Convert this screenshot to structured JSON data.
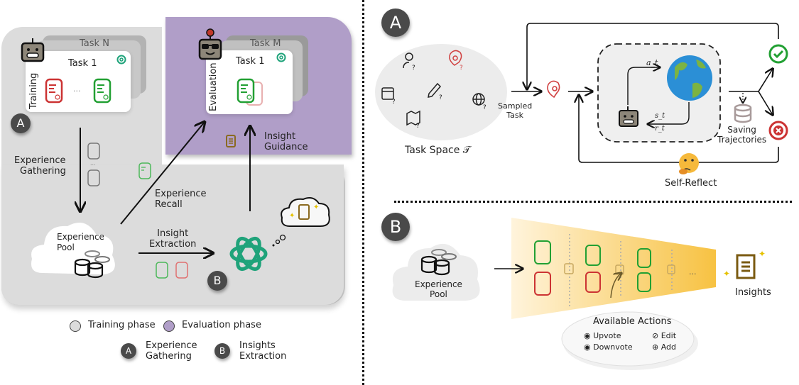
{
  "left_panel": {
    "training_card": {
      "front_title": "Task 1",
      "back_title": "Task N",
      "side_label": "Training"
    },
    "evaluation_card": {
      "front_title": "Task 1",
      "back_title": "Task M",
      "side_label": "Evaluation"
    },
    "labels": {
      "experience_gathering": [
        "Experience",
        "Gathering"
      ],
      "experience_recall": [
        "Experience",
        "Recall"
      ],
      "insight_extraction": [
        "Insight",
        "Extraction"
      ],
      "insight_guidance": [
        "Insight",
        "Guidance"
      ],
      "experience_pool": [
        "Experience",
        "Pool"
      ]
    },
    "badges": {
      "a": "A",
      "b": "B"
    },
    "legend": {
      "training_phase": "Training phase",
      "evaluation_phase": "Evaluation phase",
      "a_label": [
        "Experience",
        "Gathering"
      ],
      "b_label": [
        "Insights",
        "Extraction"
      ],
      "a_badge": "A",
      "b_badge": "B"
    },
    "colors": {
      "training_bg": "#dcdcdc",
      "evaluation_bg": "#b09ec8",
      "success": "#22a033",
      "failure": "#cc3333",
      "openai_green": "#1fa37a",
      "scroll_gold": "#8a6a20"
    }
  },
  "panel_a": {
    "badge": "A",
    "task_space_label": "Task Space 𝒯",
    "sampled_task": [
      "Sampled",
      "Task"
    ],
    "action_label": "a_t",
    "state_label": "s_t",
    "reward_label": "r_t",
    "saving_trajectories": [
      "Saving",
      "Trajectories"
    ],
    "self_reflect": "Self-Reflect",
    "task_icons": [
      "user-question-icon",
      "location-question-icon",
      "calendar-question-icon",
      "pencil-question-icon",
      "globe-question-icon",
      "map-question-icon"
    ]
  },
  "panel_b": {
    "badge": "B",
    "experience_pool": [
      "Experience",
      "Pool"
    ],
    "ellipsis": "···",
    "insights_label": "Insights",
    "actions_title": "Available Actions",
    "actions": [
      {
        "icon": "thumbs-up-icon",
        "label": "Upvote"
      },
      {
        "icon": "edit-icon",
        "label": "Edit"
      },
      {
        "icon": "thumbs-down-icon",
        "label": "Downvote"
      },
      {
        "icon": "add-icon",
        "label": "Add"
      }
    ]
  }
}
